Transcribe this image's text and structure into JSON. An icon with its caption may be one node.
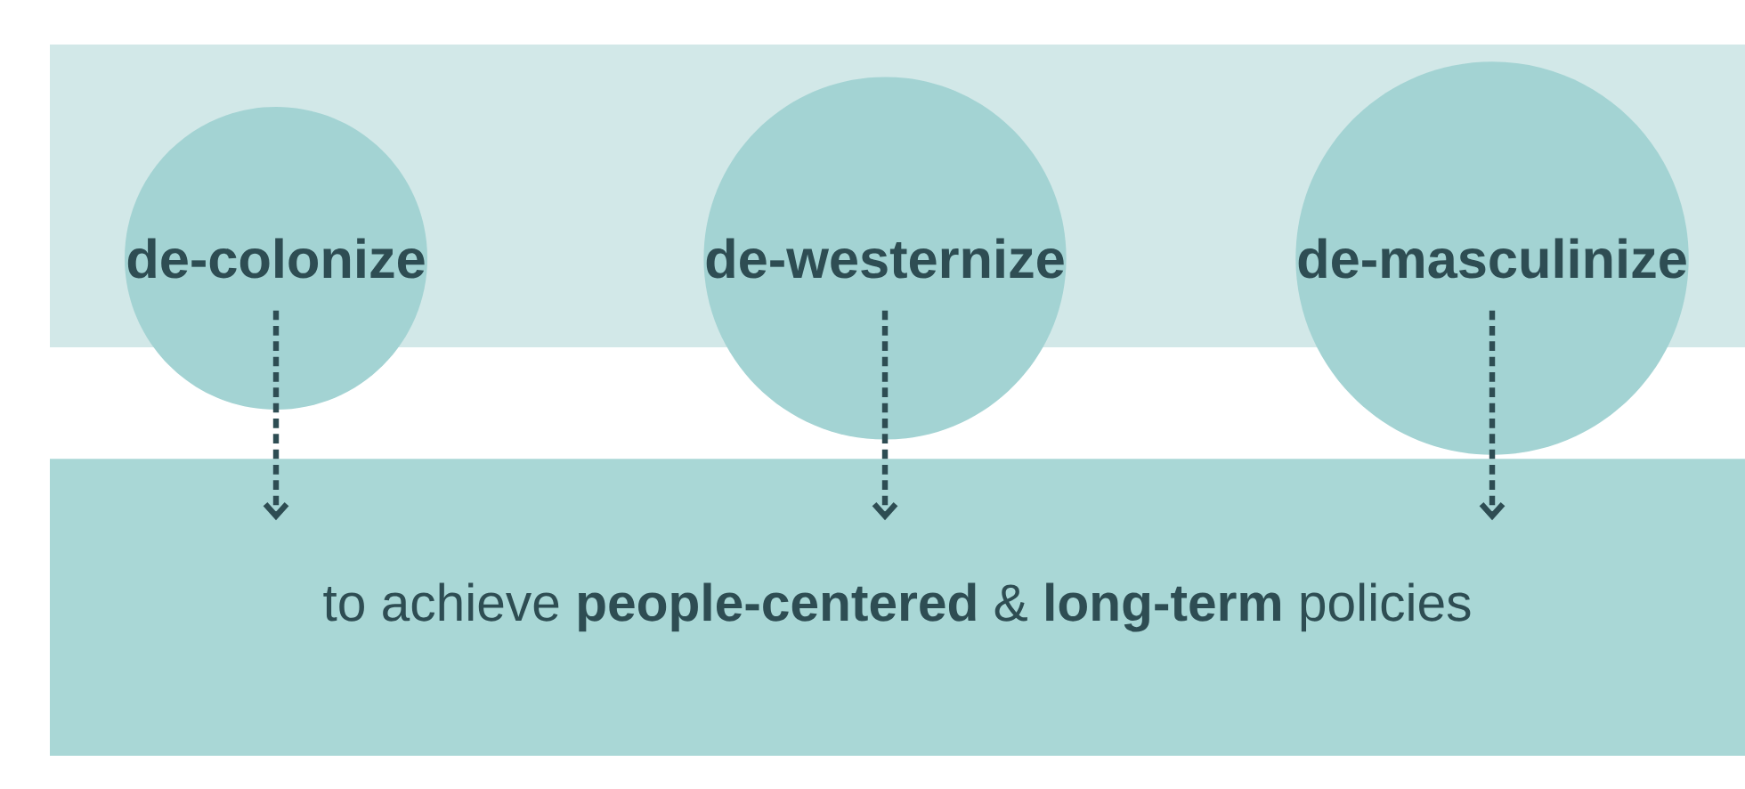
{
  "diagram": {
    "nodes": [
      {
        "text": [
          "de-colonize"
        ]
      },
      {
        "text": [
          "de-westernize"
        ]
      },
      {
        "text": [
          "de-masculinize"
        ]
      },
      {
        "text": [
          "to achieve **people-centered** & **long-term** policies"
        ]
      }
    ],
    "edges": [
      {
        "from": 0,
        "to": 3,
        "arrow": "to",
        "style": "dashed"
      },
      {
        "from": 1,
        "to": 3,
        "arrow": "to",
        "style": "dashed"
      },
      {
        "from": 2,
        "to": 3,
        "arrow": "to",
        "style": "dashed"
      }
    ]
  }
}
